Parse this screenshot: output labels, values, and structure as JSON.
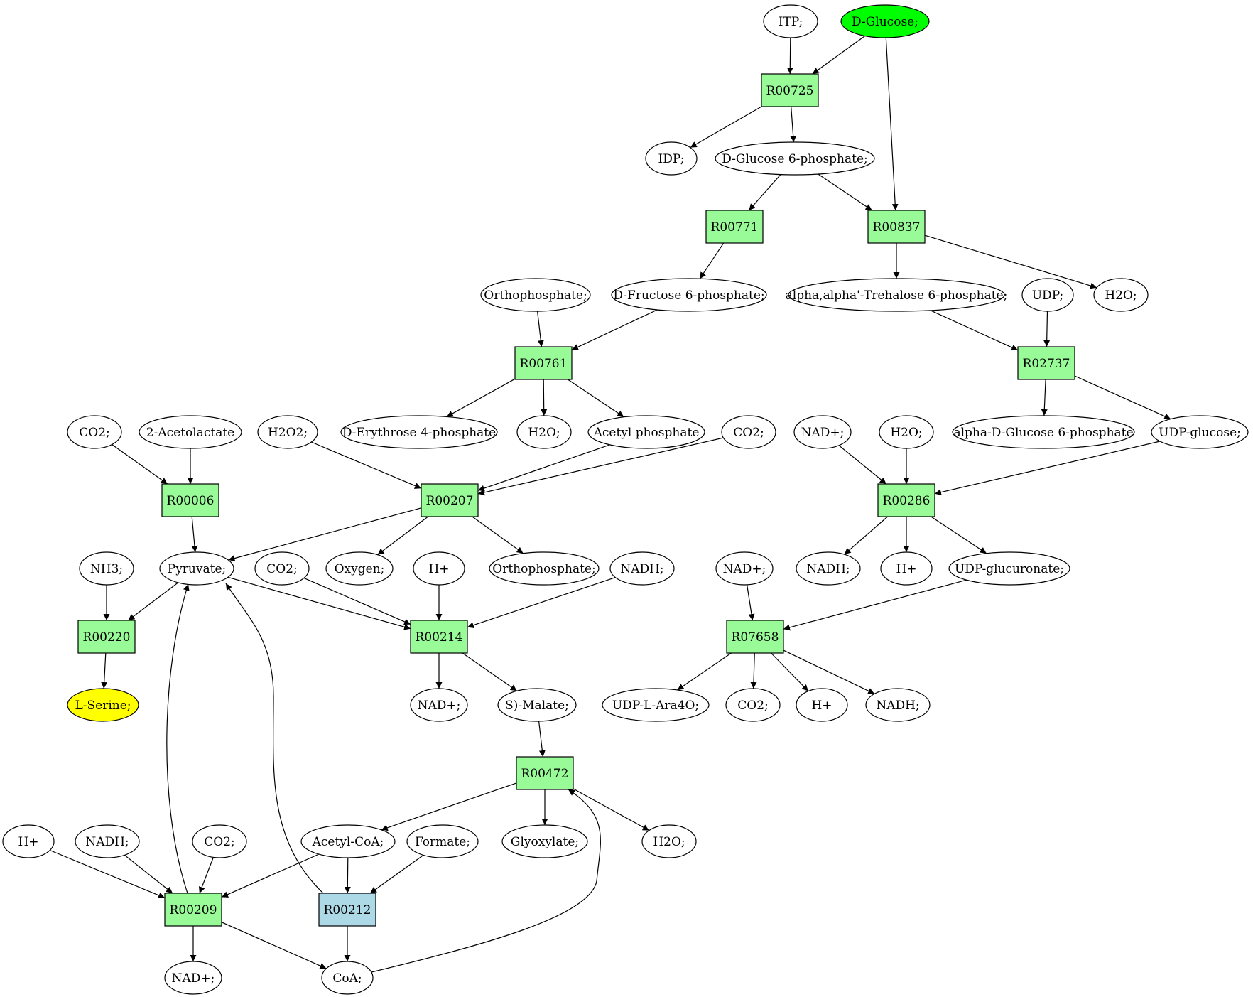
{
  "colors": {
    "reaction": "#98fb98",
    "reaction_special": "#add8e6",
    "source": "#00ff00",
    "target": "#ffff00",
    "metabolite": "#ffffff"
  },
  "nodes": [
    {
      "id": "itp",
      "label": "ITP;",
      "kind": "metabolite"
    },
    {
      "id": "dglucose",
      "label": "D-Glucose;",
      "kind": "source"
    },
    {
      "id": "R00725",
      "label": "R00725",
      "kind": "reaction"
    },
    {
      "id": "idp",
      "label": "IDP;",
      "kind": "metabolite"
    },
    {
      "id": "dg6p",
      "label": "D-Glucose 6-phosphate;",
      "kind": "metabolite"
    },
    {
      "id": "R00771",
      "label": "R00771",
      "kind": "reaction"
    },
    {
      "id": "R00837",
      "label": "R00837",
      "kind": "reaction"
    },
    {
      "id": "orthop1",
      "label": "Orthophosphate;",
      "kind": "metabolite"
    },
    {
      "id": "df6p",
      "label": "D-Fructose 6-phosphate;",
      "kind": "metabolite"
    },
    {
      "id": "trehalose6p",
      "label": "alpha,alpha'-Trehalose 6-phosphate;",
      "kind": "metabolite"
    },
    {
      "id": "udp",
      "label": "UDP;",
      "kind": "metabolite"
    },
    {
      "id": "h2o_a",
      "label": "H2O;",
      "kind": "metabolite"
    },
    {
      "id": "R00761",
      "label": "R00761",
      "kind": "reaction"
    },
    {
      "id": "R02737",
      "label": "R02737",
      "kind": "reaction"
    },
    {
      "id": "co2_a",
      "label": "CO2;",
      "kind": "metabolite"
    },
    {
      "id": "acetolactate",
      "label": "2-Acetolactate",
      "kind": "metabolite"
    },
    {
      "id": "h2o2",
      "label": "H2O2;",
      "kind": "metabolite"
    },
    {
      "id": "de4p",
      "label": "D-Erythrose 4-phosphate",
      "kind": "metabolite"
    },
    {
      "id": "h2o_b",
      "label": "H2O;",
      "kind": "metabolite"
    },
    {
      "id": "acetylp",
      "label": "Acetyl phosphate",
      "kind": "metabolite"
    },
    {
      "id": "co2_b",
      "label": "CO2;",
      "kind": "metabolite"
    },
    {
      "id": "nadp_a",
      "label": "NAD+;",
      "kind": "metabolite"
    },
    {
      "id": "h2o_c",
      "label": "H2O;",
      "kind": "metabolite"
    },
    {
      "id": "adg6p",
      "label": "alpha-D-Glucose 6-phosphate",
      "kind": "metabolite"
    },
    {
      "id": "udpglucose",
      "label": "UDP-glucose;",
      "kind": "metabolite"
    },
    {
      "id": "R00006",
      "label": "R00006",
      "kind": "reaction"
    },
    {
      "id": "R00207",
      "label": "R00207",
      "kind": "reaction"
    },
    {
      "id": "R00286",
      "label": "R00286",
      "kind": "reaction"
    },
    {
      "id": "nh3",
      "label": "NH3;",
      "kind": "metabolite"
    },
    {
      "id": "pyruvate",
      "label": "Pyruvate;",
      "kind": "metabolite"
    },
    {
      "id": "co2_c",
      "label": "CO2;",
      "kind": "metabolite"
    },
    {
      "id": "oxygen",
      "label": "Oxygen;",
      "kind": "metabolite"
    },
    {
      "id": "hplus_a",
      "label": "H+",
      "kind": "metabolite"
    },
    {
      "id": "orthop2",
      "label": "Orthophosphate;",
      "kind": "metabolite"
    },
    {
      "id": "nadh_a",
      "label": "NADH;",
      "kind": "metabolite"
    },
    {
      "id": "nadp_b",
      "label": "NAD+;",
      "kind": "metabolite"
    },
    {
      "id": "nadh_b",
      "label": "NADH;",
      "kind": "metabolite"
    },
    {
      "id": "hplus_b",
      "label": "H+",
      "kind": "metabolite"
    },
    {
      "id": "udpglucuronate",
      "label": "UDP-glucuronate;",
      "kind": "metabolite"
    },
    {
      "id": "R00220",
      "label": "R00220",
      "kind": "reaction"
    },
    {
      "id": "R00214",
      "label": "R00214",
      "kind": "reaction"
    },
    {
      "id": "R07658",
      "label": "R07658",
      "kind": "reaction"
    },
    {
      "id": "lserine",
      "label": "L-Serine;",
      "kind": "target"
    },
    {
      "id": "nadp_c",
      "label": "NAD+;",
      "kind": "metabolite"
    },
    {
      "id": "smalate",
      "label": "S)-Malate;",
      "kind": "metabolite"
    },
    {
      "id": "udpara",
      "label": "UDP-L-Ara4O;",
      "kind": "metabolite"
    },
    {
      "id": "co2_d",
      "label": "CO2;",
      "kind": "metabolite"
    },
    {
      "id": "hplus_c",
      "label": "H+",
      "kind": "metabolite"
    },
    {
      "id": "nadh_c",
      "label": "NADH;",
      "kind": "metabolite"
    },
    {
      "id": "R00472",
      "label": "R00472",
      "kind": "reaction"
    },
    {
      "id": "hplus_d",
      "label": "H+",
      "kind": "metabolite"
    },
    {
      "id": "nadh_d",
      "label": "NADH;",
      "kind": "metabolite"
    },
    {
      "id": "co2_e",
      "label": "CO2;",
      "kind": "metabolite"
    },
    {
      "id": "acetylcoa",
      "label": "Acetyl-CoA;",
      "kind": "metabolite"
    },
    {
      "id": "formate",
      "label": "Formate;",
      "kind": "metabolite"
    },
    {
      "id": "glyoxylate",
      "label": "Glyoxylate;",
      "kind": "metabolite"
    },
    {
      "id": "h2o_d",
      "label": "H2O;",
      "kind": "metabolite"
    },
    {
      "id": "R00209",
      "label": "R00209",
      "kind": "reaction"
    },
    {
      "id": "R00212",
      "label": "R00212",
      "kind": "reaction_special"
    },
    {
      "id": "nadp_d",
      "label": "NAD+;",
      "kind": "metabolite"
    },
    {
      "id": "coa",
      "label": "CoA;",
      "kind": "metabolite"
    }
  ],
  "edges": [
    [
      "itp",
      "R00725"
    ],
    [
      "dglucose",
      "R00725"
    ],
    [
      "dglucose",
      "R00837"
    ],
    [
      "R00725",
      "idp"
    ],
    [
      "R00725",
      "dg6p"
    ],
    [
      "dg6p",
      "R00771"
    ],
    [
      "dg6p",
      "R00837"
    ],
    [
      "R00771",
      "df6p"
    ],
    [
      "R00837",
      "trehalose6p"
    ],
    [
      "R00837",
      "h2o_a"
    ],
    [
      "orthop1",
      "R00761"
    ],
    [
      "df6p",
      "R00761"
    ],
    [
      "trehalose6p",
      "R02737"
    ],
    [
      "udp",
      "R02737"
    ],
    [
      "R00761",
      "de4p"
    ],
    [
      "R00761",
      "h2o_b"
    ],
    [
      "R00761",
      "acetylp"
    ],
    [
      "R02737",
      "adg6p"
    ],
    [
      "R02737",
      "udpglucose"
    ],
    [
      "co2_a",
      "R00006"
    ],
    [
      "acetolactate",
      "R00006"
    ],
    [
      "h2o2",
      "R00207"
    ],
    [
      "acetylp",
      "R00207"
    ],
    [
      "co2_b",
      "R00207"
    ],
    [
      "nadp_a",
      "R00286"
    ],
    [
      "h2o_c",
      "R00286"
    ],
    [
      "udpglucose",
      "R00286"
    ],
    [
      "R00006",
      "pyruvate"
    ],
    [
      "R00207",
      "pyruvate"
    ],
    [
      "R00207",
      "oxygen"
    ],
    [
      "R00207",
      "orthop2"
    ],
    [
      "R00286",
      "nadh_b"
    ],
    [
      "R00286",
      "hplus_b"
    ],
    [
      "R00286",
      "udpglucuronate"
    ],
    [
      "nh3",
      "R00220"
    ],
    [
      "pyruvate",
      "R00220"
    ],
    [
      "pyruvate",
      "R00214"
    ],
    [
      "co2_c",
      "R00214"
    ],
    [
      "hplus_a",
      "R00214"
    ],
    [
      "nadh_a",
      "R00214"
    ],
    [
      "nadp_b",
      "R07658"
    ],
    [
      "udpglucuronate",
      "R07658"
    ],
    [
      "R00220",
      "lserine"
    ],
    [
      "R00214",
      "nadp_c"
    ],
    [
      "R00214",
      "smalate"
    ],
    [
      "R07658",
      "udpara"
    ],
    [
      "R07658",
      "co2_d"
    ],
    [
      "R07658",
      "hplus_c"
    ],
    [
      "R07658",
      "nadh_c"
    ],
    [
      "smalate",
      "R00472"
    ],
    [
      "R00472",
      "acetylcoa"
    ],
    [
      "R00472",
      "glyoxylate"
    ],
    [
      "R00472",
      "h2o_d"
    ],
    [
      "hplus_d",
      "R00209"
    ],
    [
      "nadh_d",
      "R00209"
    ],
    [
      "co2_e",
      "R00209"
    ],
    [
      "acetylcoa",
      "R00209"
    ],
    [
      "acetylcoa",
      "R00212"
    ],
    [
      "formate",
      "R00212"
    ],
    [
      "R00209",
      "pyruvate"
    ],
    [
      "R00209",
      "nadp_d"
    ],
    [
      "R00209",
      "coa"
    ],
    [
      "R00212",
      "pyruvate"
    ],
    [
      "R00212",
      "coa"
    ],
    [
      "coa",
      "R00472"
    ]
  ]
}
